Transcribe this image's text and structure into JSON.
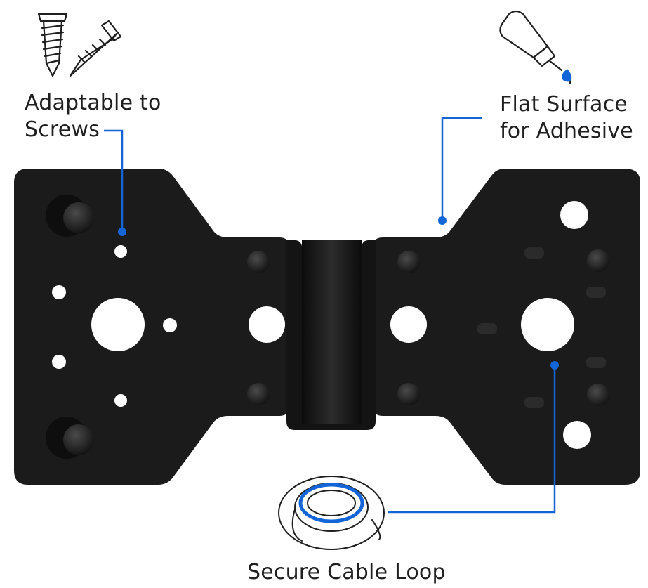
{
  "callouts": {
    "screws": {
      "line1": "Adaptable to",
      "line2": "Screws"
    },
    "adhesive": {
      "line1": "Flat Surface",
      "line2": "for Adhesive"
    },
    "cable": {
      "line1": "Secure Cable Loop"
    }
  },
  "icons": [
    "screws-icon",
    "glue-bottle-icon",
    "cable-coil-icon"
  ],
  "colors": {
    "accent": "#1466d8",
    "plate": "#1b1b1b",
    "text": "#1f1f1f",
    "background": "#ffffff"
  }
}
